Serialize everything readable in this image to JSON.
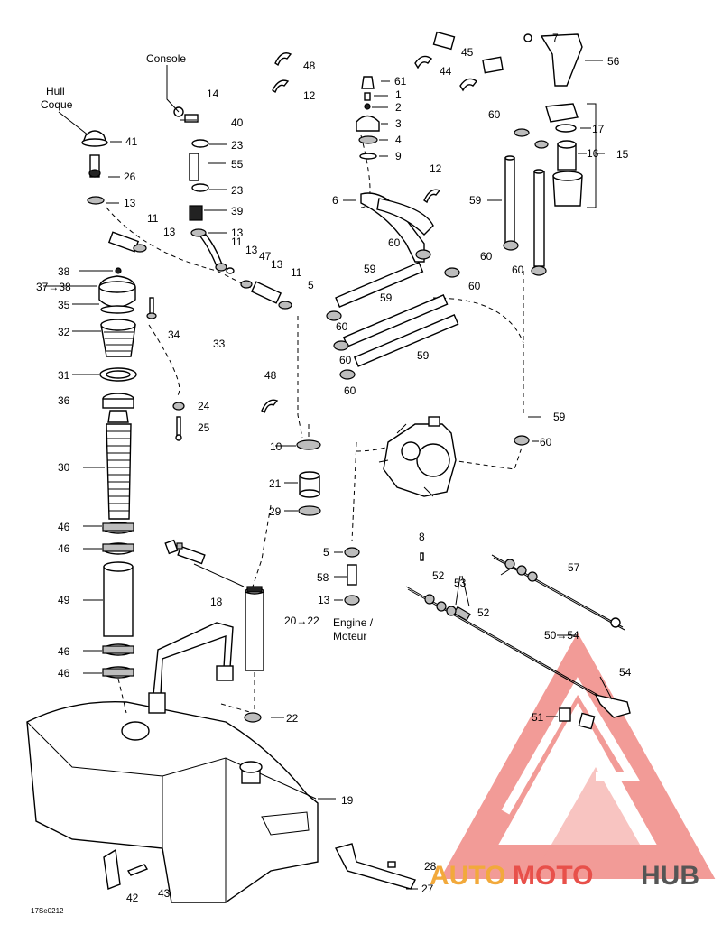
{
  "diagram_code": "17Se0212",
  "callouts": {
    "console": "Console",
    "hull_en": "Hull",
    "hull_fr": "Coque",
    "engine_en": "Engine /",
    "engine_fr": "Moteur",
    "c1": "1",
    "c2": "2",
    "c3": "3",
    "c4": "4",
    "c5a": "5",
    "c5b": "5",
    "c6": "6",
    "c7": "7",
    "c8": "8",
    "c9": "9",
    "c10": "10",
    "c11a": "11",
    "c11b": "11",
    "c11c": "11",
    "c12a": "12",
    "c12b": "12",
    "c13a": "13",
    "c13b": "13",
    "c13c": "13",
    "c13d": "13",
    "c13e": "13",
    "c13f": "13",
    "c14": "14",
    "c15": "15",
    "c16": "16",
    "c17": "17",
    "c18": "18",
    "c19": "19",
    "c20": "20→22",
    "c21": "21",
    "c22": "22",
    "c23a": "23",
    "c23b": "23",
    "c24": "24",
    "c25": "25",
    "c26": "26",
    "c27": "27",
    "c28": "28",
    "c29": "29",
    "c30": "30",
    "c31": "31",
    "c32": "32",
    "c33": "33",
    "c34": "34",
    "c35": "35",
    "c36": "36",
    "c37": "37→38",
    "c38": "38",
    "c39": "39",
    "c40": "40",
    "c41": "41",
    "c42": "42",
    "c43": "43",
    "c44": "44",
    "c45": "45",
    "c46a": "46",
    "c46b": "46",
    "c46c": "46",
    "c46d": "46",
    "c47": "47",
    "c48a": "48",
    "c48b": "48",
    "c49": "49",
    "c50": "50→54",
    "c51": "51",
    "c52a": "52",
    "c52b": "52",
    "c53": "53",
    "c54": "54",
    "c55": "55",
    "c56": "56",
    "c57": "57",
    "c58": "58",
    "c59a": "59",
    "c59b": "59",
    "c59c": "59",
    "c59d": "59",
    "c59e": "59",
    "c60a": "60",
    "c60b": "60",
    "c60c": "60",
    "c60d": "60",
    "c60e": "60",
    "c60f": "60",
    "c60g": "60",
    "c60h": "60",
    "c60i": "60",
    "c61": "61"
  },
  "watermark": {
    "part1": "AUTO",
    "part2": "MOTO",
    "part3": "HUB",
    "colors": {
      "red": "#e8504a",
      "orange": "#f2a93b",
      "gray": "#555555",
      "triangle": "#f08a85"
    }
  }
}
